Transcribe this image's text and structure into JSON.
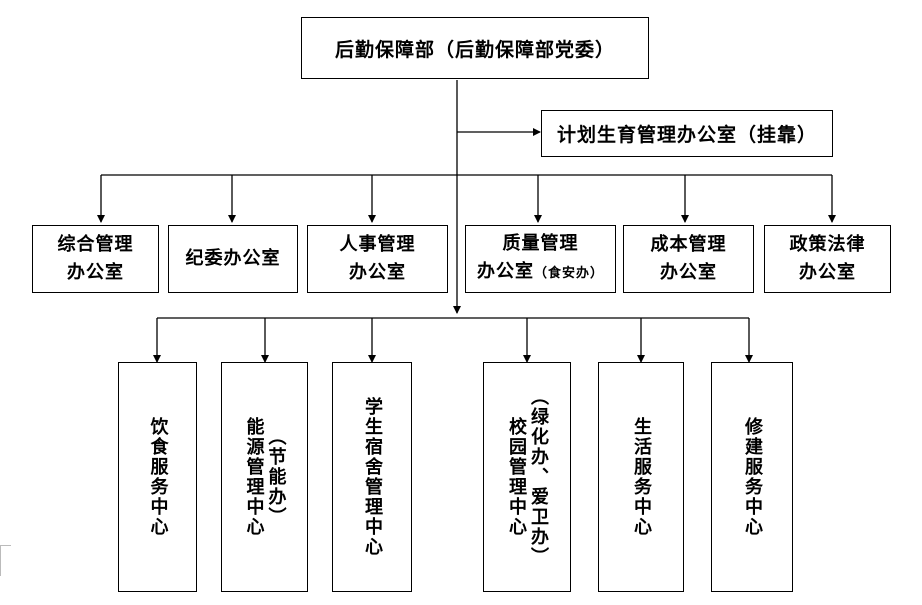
{
  "top": {
    "label": "后勤保障部（后勤保障部党委）"
  },
  "side": {
    "label": "计划生育管理办公室（挂靠）"
  },
  "offices": [
    {
      "line1": "综合管理",
      "line2": "办公室",
      "suffix": ""
    },
    {
      "line1": "纪委办公室",
      "line2": "",
      "suffix": ""
    },
    {
      "line1": "人事管理",
      "line2": "办公室",
      "suffix": ""
    },
    {
      "line1": "质量管理",
      "line2": "办公室",
      "suffix": "（食安办）"
    },
    {
      "line1": "成本管理",
      "line2": "办公室",
      "suffix": ""
    },
    {
      "line1": "政策法律",
      "line2": "办公室",
      "suffix": ""
    }
  ],
  "centers": [
    {
      "col1": "饮食服务中心",
      "col2": ""
    },
    {
      "col1": "能源管理中心",
      "col2": "（节能办）"
    },
    {
      "col1": "学生宿舍管理中心",
      "col2": ""
    },
    {
      "col1": "校园管理中心",
      "col2": "（绿化办、爱卫办）"
    },
    {
      "col1": "生活服务中心",
      "col2": ""
    },
    {
      "col1": "修建服务中心",
      "col2": ""
    }
  ]
}
